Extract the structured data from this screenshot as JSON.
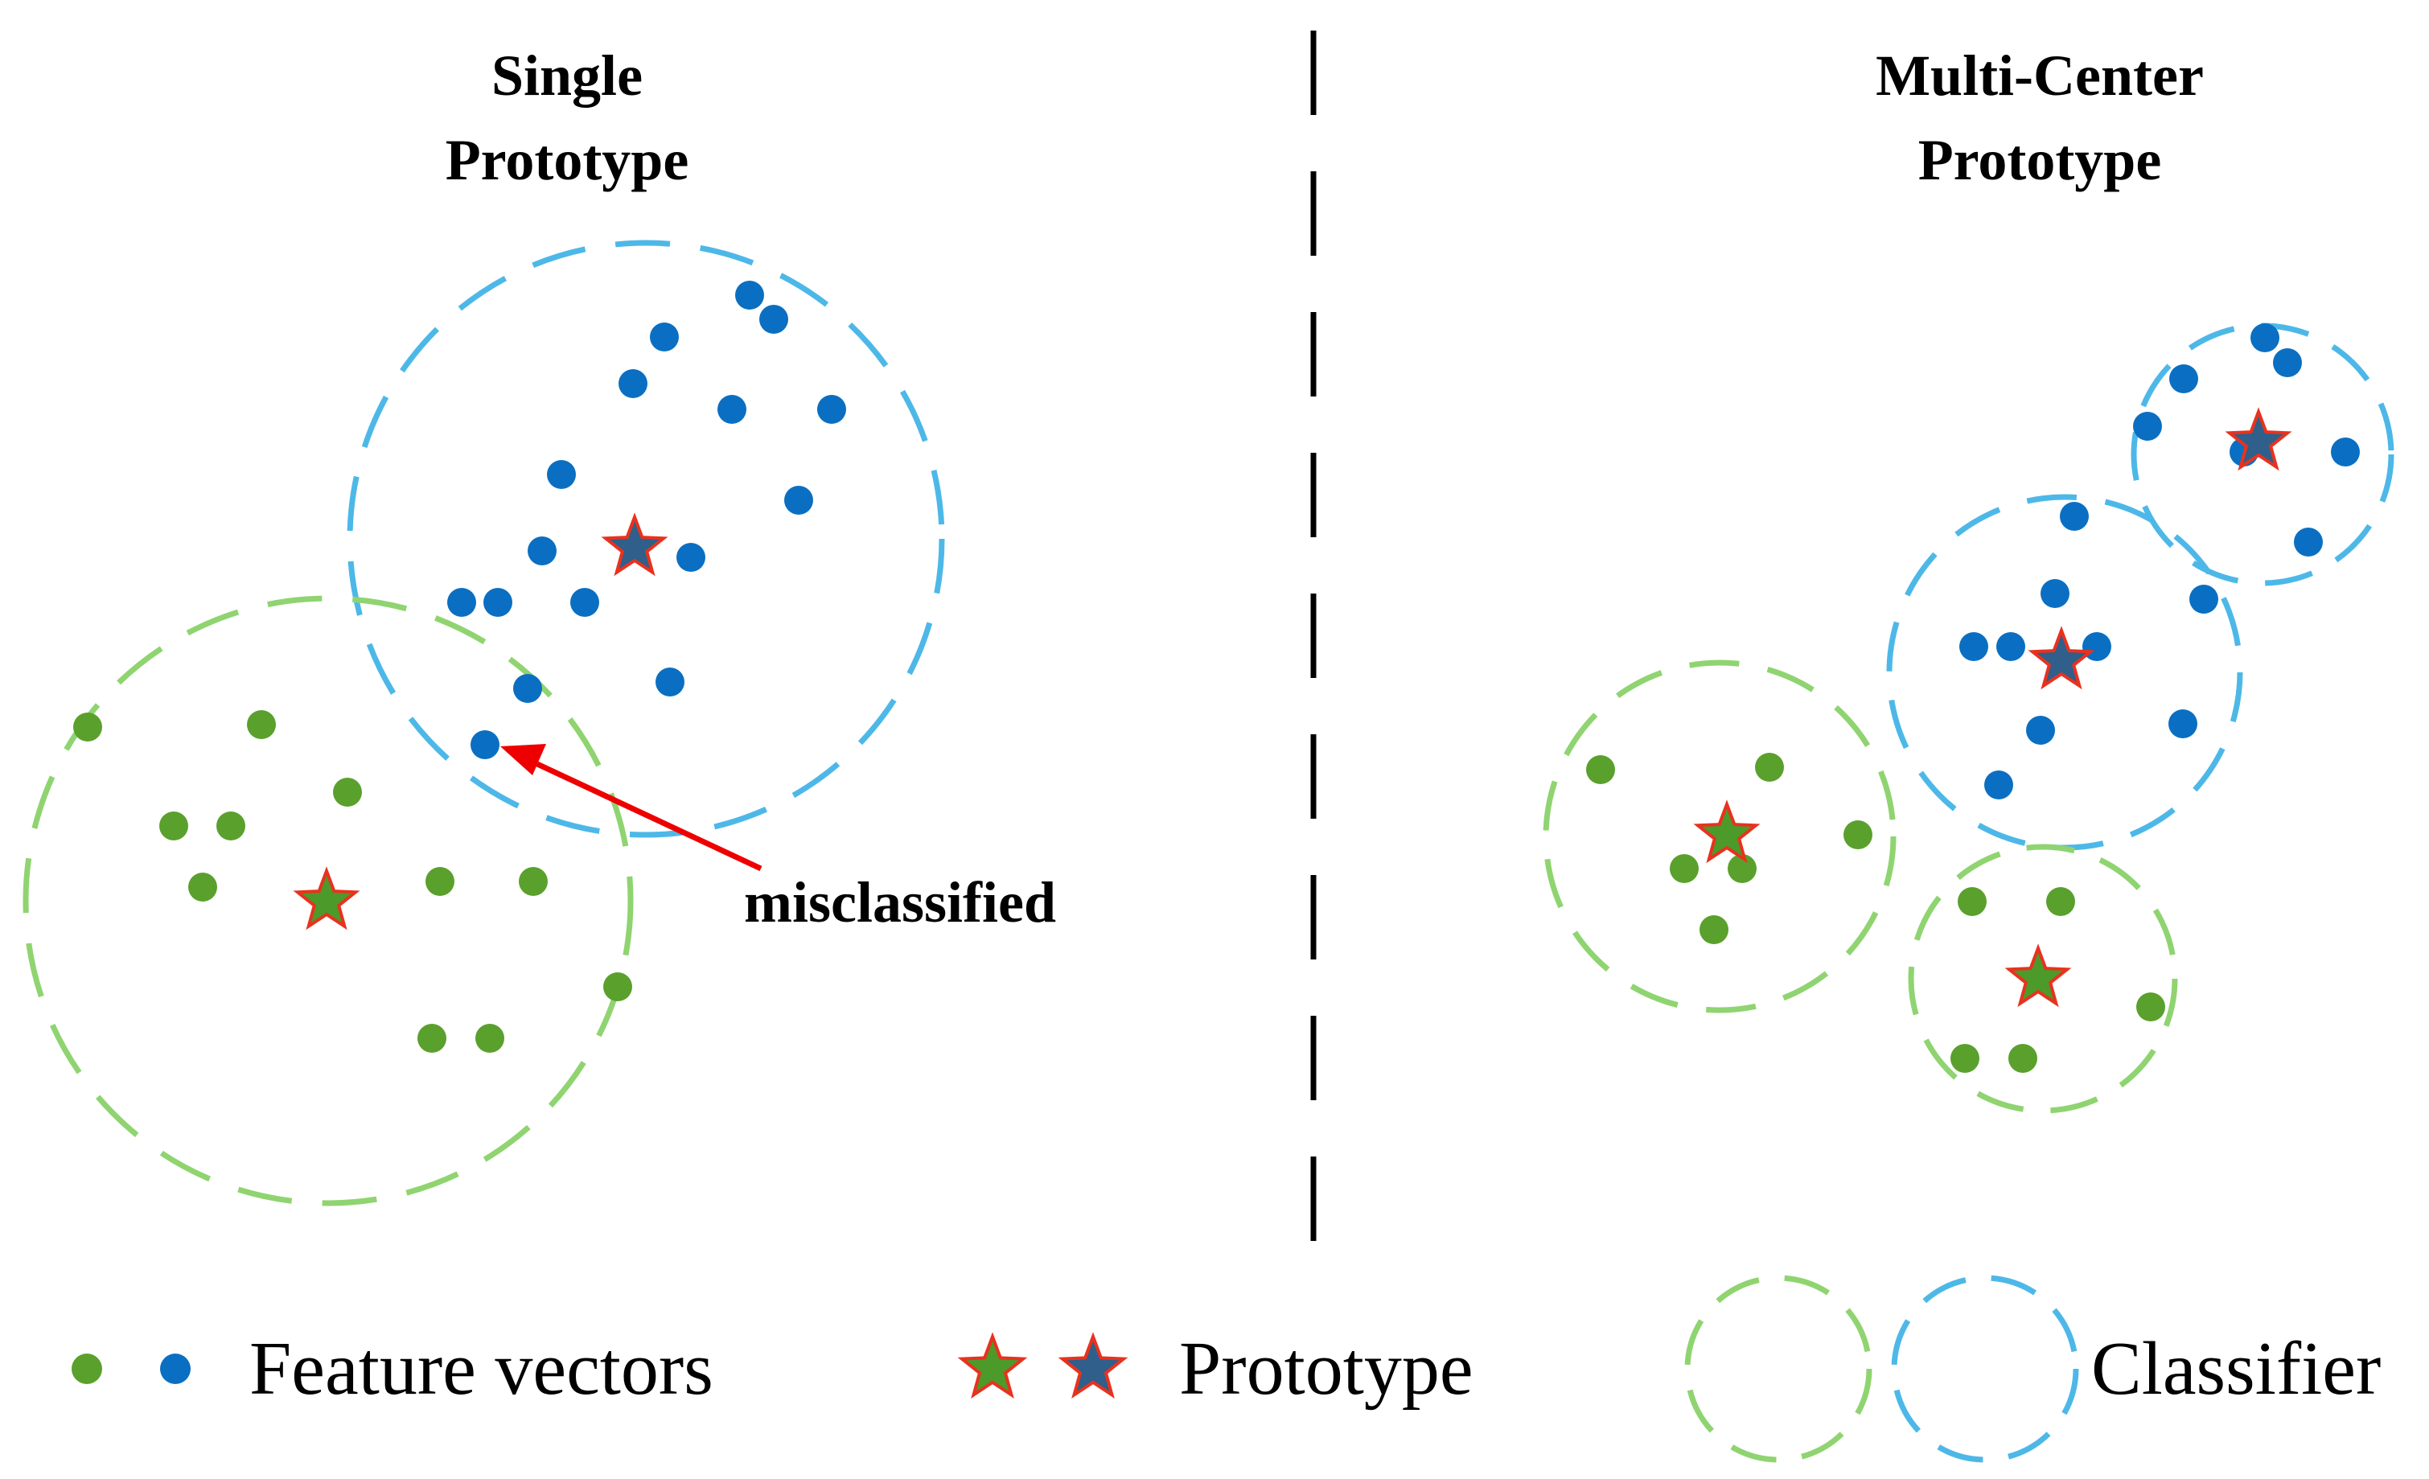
{
  "titles": {
    "single_line1": "Single",
    "single_line2": "Prototype",
    "multi_line1": "Multi-Center",
    "multi_line2": "Prototype"
  },
  "annotation": {
    "misclassified": "misclassified"
  },
  "legend": {
    "feature_vectors": "Feature vectors",
    "prototype": "Prototype",
    "classifier": "Classifier"
  },
  "colors": {
    "green_class": "#5aa02c",
    "blue_class": "#0a6fc2",
    "green_classifier": "#8fd470",
    "blue_classifier": "#4db8e8",
    "prototype_green_fill": "#4c9a2a",
    "prototype_blue_fill": "#2f5f8a",
    "prototype_outline": "#e8321e",
    "arrow": "#ee0000",
    "divider": "#000000"
  },
  "icons": {
    "feature_vector": "dot-icon",
    "prototype": "star-icon",
    "classifier": "dashed-circle-icon",
    "misclassification_pointer": "arrow-icon"
  }
}
